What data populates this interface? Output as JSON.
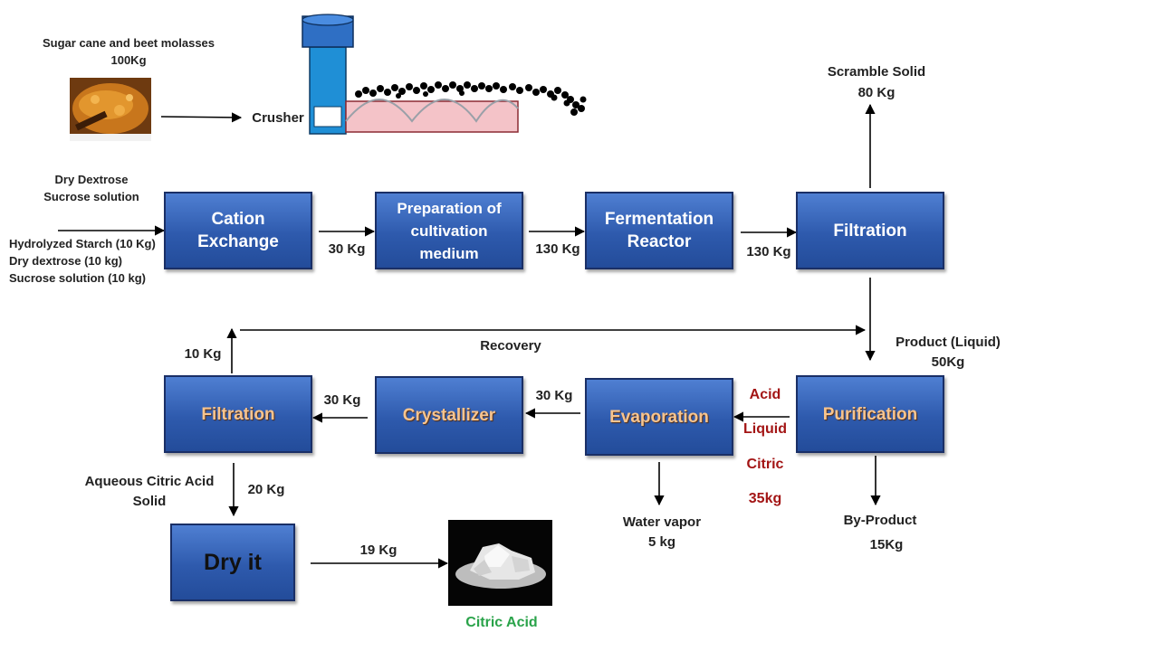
{
  "source": {
    "name": "Sugar cane and beet molasses",
    "mass": "100Kg",
    "crusher_label": "Crusher"
  },
  "inputs": {
    "top_label": "Dry Dextrose\nSucrose solution",
    "list": "Hydrolyzed Starch (10 Kg)\nDry dextrose (10 kg)\nSucrose solution (10 kg)"
  },
  "boxes": {
    "cation_exchange": "Cation\nExchange",
    "preparation": "Preparation of\ncultivation\nmedium",
    "fermentation": "Fermentation\nReactor",
    "filtration_top": "Filtration",
    "purification": "Purification",
    "evaporation": "Evaporation",
    "crystallizer": "Crystallizer",
    "filtration_bottom": "Filtration",
    "dry": "Dry it"
  },
  "flows": {
    "to_preparation": "30 Kg",
    "to_fermentation": "130 Kg",
    "to_filtration": "130 Kg",
    "scramble_solid": "Scramble Solid\n80 Kg",
    "product_liquid": "Product (Liquid)\n50Kg",
    "recovery": "Recovery",
    "recycle": "10 Kg",
    "to_filtration_bottom": "30 Kg",
    "to_crystallizer": "30 Kg",
    "acid_lines": [
      "Acid",
      "Liquid",
      "Citric",
      "35kg"
    ],
    "water_vapor": "Water vapor\n5 kg",
    "by_product": "By-Product",
    "by_product_mass": "15Kg",
    "aqueous_solid": "Aqueous Citric Acid\nSolid",
    "to_dry": "20 Kg",
    "to_product": "19 Kg",
    "final_product": "Citric Acid"
  },
  "colors": {
    "box_fill": "#2e5aad",
    "acid_text": "#a31515",
    "product_text": "#2aa34a"
  }
}
